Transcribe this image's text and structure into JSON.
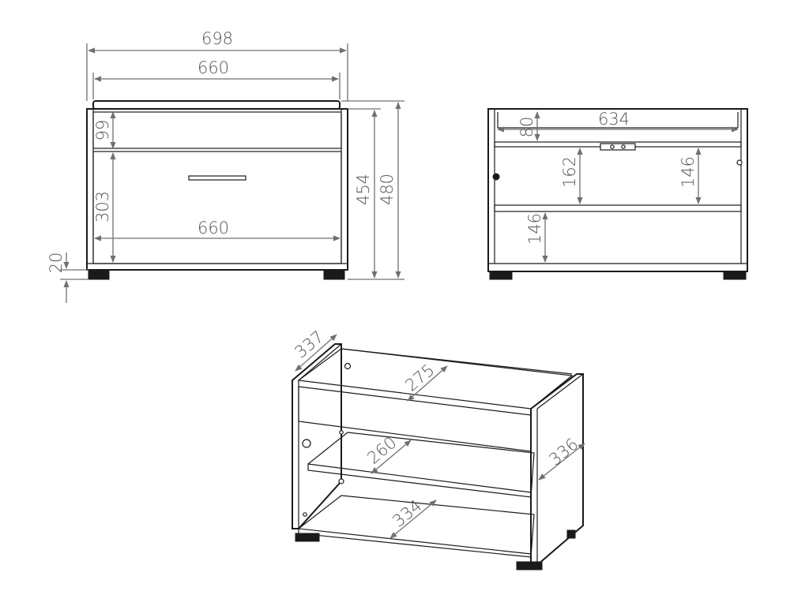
{
  "front_view": {
    "dims": {
      "overall_width": "698",
      "top_width": "660",
      "drawer_height": "99",
      "front_height": "303",
      "front_width": "660",
      "body_height": "454",
      "total_height": "480",
      "foot_height": "20"
    }
  },
  "back_view": {
    "dims": {
      "inner_width": "634",
      "top_gap": "80",
      "upper_left": "162",
      "upper_right": "146",
      "lower": "146"
    }
  },
  "iso_view": {
    "dims": {
      "depth_top": "337",
      "top_shelf": "275",
      "middle_shelf": "260",
      "side_depth": "336",
      "bottom_shelf": "334"
    }
  }
}
